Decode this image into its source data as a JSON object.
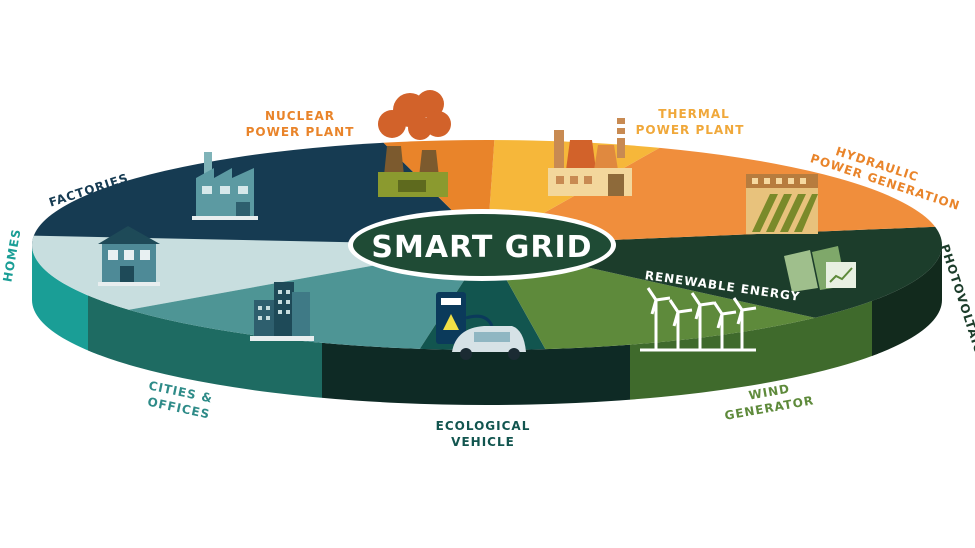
{
  "center": {
    "title": "SMART GRID"
  },
  "labels": {
    "nuclear": [
      "NUCLEAR",
      "POWER PLANT"
    ],
    "thermal": [
      "THERMAL",
      "POWER PLANT"
    ],
    "hydraulic": [
      "HYDRAULIC",
      "POWER GENERATION"
    ],
    "photovoltaic": "PHOTOVOLTAIC",
    "renewable": "RENEWABLE ENERGY",
    "wind": [
      "WIND",
      "GENERATOR"
    ],
    "ecological": [
      "ECOLOGICAL",
      "VEHICLE"
    ],
    "cities": [
      "CITIES &",
      "OFFICES"
    ],
    "homes": "HOMES",
    "factories": "FACTORIES"
  },
  "colors": {
    "nuclear": "#E9842A",
    "thermal": "#F6B73A",
    "hydraulic": "#F08E3C",
    "photovoltaic": "#1C3D2B",
    "renewable": "#5E8A3B",
    "ecological": "#12554F",
    "cities": "#4E9595",
    "homes": "#C8DEDF",
    "factories": "#163B52",
    "center": "#1F4B35"
  },
  "icons": [
    "nuclear-plant-icon",
    "thermal-plant-icon",
    "hydraulic-dam-icon",
    "solar-panel-icon",
    "wind-turbines-icon",
    "ev-charger-icon",
    "office-buildings-icon",
    "house-icon",
    "factory-icon"
  ]
}
